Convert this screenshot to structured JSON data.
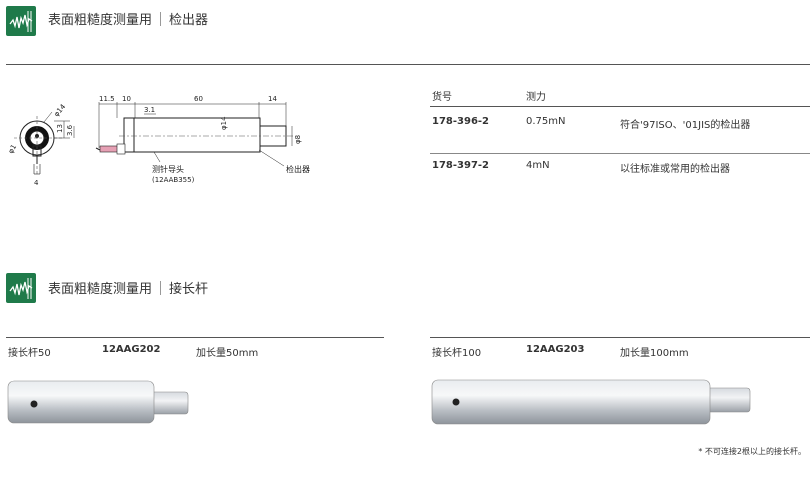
{
  "section1": {
    "title_main": "表面粗糙度测量用",
    "title_sub": "检出器"
  },
  "table1": {
    "headers": [
      "货号",
      "测力"
    ],
    "rows": [
      {
        "code": "178-396-2",
        "force": "0.75mN",
        "desc": "符合'97ISO、'01JIS的检出器"
      },
      {
        "code": "178-397-2",
        "force": "4mN",
        "desc": "以往标准或常用的检出器"
      }
    ]
  },
  "drawing": {
    "dims_top": [
      "11.5",
      "10",
      "60",
      "14"
    ],
    "dim_31": "3.1",
    "dim_phi14_front": "φ14",
    "dim_phi14": "φ14",
    "dim_phi8": "φ8",
    "dim_13": "13",
    "dim_36": "3.6",
    "dim_phi1": "φ1",
    "dim_4": "4",
    "label_probe": "测针导头",
    "label_probe_code": "(12AAB355)",
    "label_detector": "检出器"
  },
  "section2": {
    "title_main": "表面粗糙度测量用",
    "title_sub": "接长杆"
  },
  "rods": [
    {
      "name": "接长杆50",
      "code": "12AAG202",
      "desc": "加长量50mm"
    },
    {
      "name": "接长杆100",
      "code": "12AAG203",
      "desc": "加长量100mm"
    }
  ],
  "footnote": "* 不可连接2根以上的接长杆。",
  "colors": {
    "icon_green": "#1f7a4a",
    "rod_metal": "#c9cdd2"
  }
}
